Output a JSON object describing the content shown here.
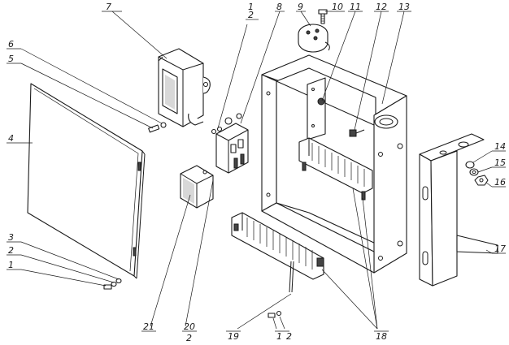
{
  "callouts": [
    {
      "id": "c1",
      "text": "1"
    },
    {
      "id": "c2",
      "text": "2"
    },
    {
      "id": "c3",
      "text": "3"
    },
    {
      "id": "c4",
      "text": "4"
    },
    {
      "id": "c5",
      "text": "5"
    },
    {
      "id": "c6",
      "text": "6"
    },
    {
      "id": "c7",
      "text": "7"
    },
    {
      "id": "c1b",
      "text": "1"
    },
    {
      "id": "c2b",
      "text": "2"
    },
    {
      "id": "c8",
      "text": "8"
    },
    {
      "id": "c9",
      "text": "9"
    },
    {
      "id": "c10",
      "text": "10"
    },
    {
      "id": "c11",
      "text": "11"
    },
    {
      "id": "c12",
      "text": "12"
    },
    {
      "id": "c13",
      "text": "13"
    },
    {
      "id": "c14",
      "text": "14"
    },
    {
      "id": "c15",
      "text": "15"
    },
    {
      "id": "c16",
      "text": "16"
    },
    {
      "id": "c17",
      "text": "17"
    },
    {
      "id": "c18",
      "text": "18"
    },
    {
      "id": "c19",
      "text": "19"
    },
    {
      "id": "c1c",
      "text": "1"
    },
    {
      "id": "c2c",
      "text": "2"
    },
    {
      "id": "c20",
      "text": "20"
    },
    {
      "id": "c20b",
      "text": "2"
    },
    {
      "id": "c21",
      "text": "21"
    }
  ]
}
